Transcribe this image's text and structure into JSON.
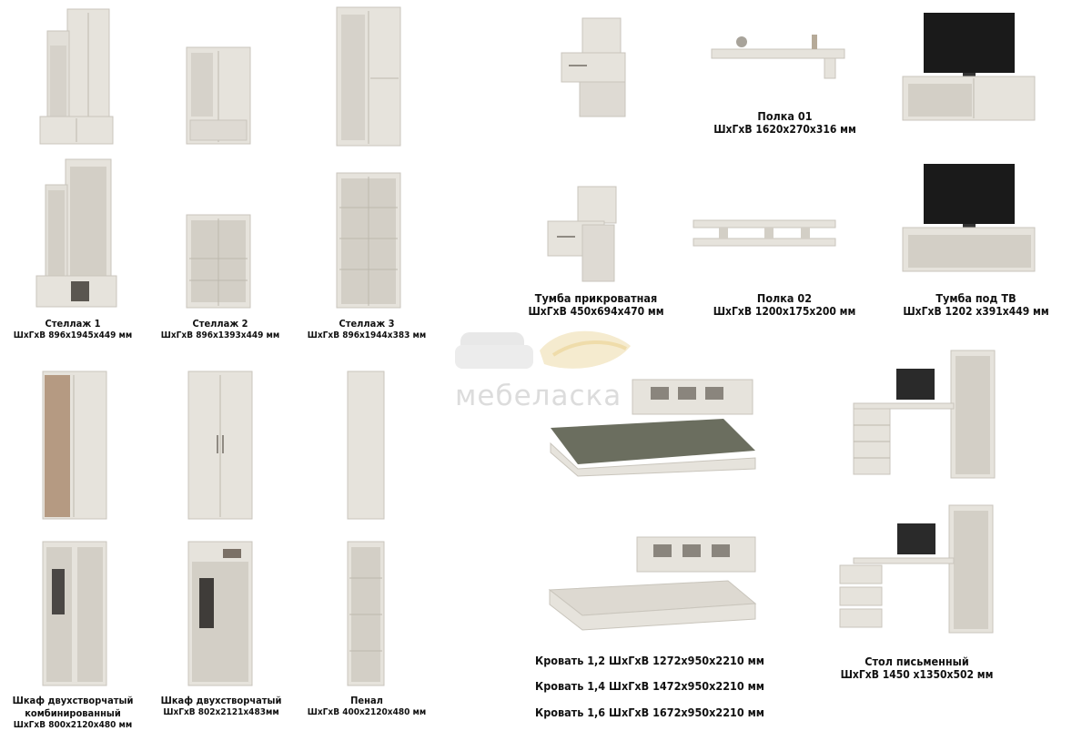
{
  "watermark": {
    "brand": "мебеласка"
  },
  "products": {
    "stellazh1": {
      "name": "Стеллаж 1",
      "dims": "ШхГхВ 896х1945х449 мм"
    },
    "stellazh2": {
      "name": "Стеллаж 2",
      "dims": "ШхГхВ 896х1393х449 мм"
    },
    "stellazh3": {
      "name": "Стеллаж 3",
      "dims": "ШхГхВ 896х1944х383 мм"
    },
    "shkaf_komb": {
      "name1": "Шкаф двухстворчатый",
      "name2": "комбинированный",
      "dims": "ШхГхВ 800х2120х480 мм"
    },
    "shkaf_dvuh": {
      "name": "Шкаф двухстворчатый",
      "dims": "ШхГхВ 802х2121х483мм"
    },
    "penal": {
      "name": "Пенал",
      "dims": "ШхГхВ 400х2120х480 мм"
    },
    "polka01": {
      "name": "Полка 01",
      "dims": "ШхГхВ 1620х270х316 мм"
    },
    "tumba_prikrov": {
      "name": "Тумба прикроватная",
      "dims": "ШхГхВ 450х694х470 мм"
    },
    "polka02": {
      "name": "Полка 02",
      "dims": "ШхГхВ 1200х175х200 мм"
    },
    "tumba_tv": {
      "name": "Тумба под ТВ",
      "dims": "ШхГхВ 1202 х391х449 мм"
    },
    "krovat": [
      "Кровать 1,2 ШхГхВ 1272х950х2210 мм",
      "Кровать 1,4 ШхГхВ 1472х950х2210 мм",
      "Кровать 1,6 ШхГхВ 1672х950х2210 мм"
    ],
    "stol": {
      "name": "Стол письменный",
      "dims": "ШхГхВ 1450 х1350х502 мм"
    }
  },
  "colors": {
    "wood": "#e6e3dc",
    "wood_edge": "#c9c5bc",
    "shadow": "#6e6a63",
    "screen": "#1a1a1a",
    "watermark": "#d9d9d9",
    "watermark_accent": "#f3e6c0"
  }
}
